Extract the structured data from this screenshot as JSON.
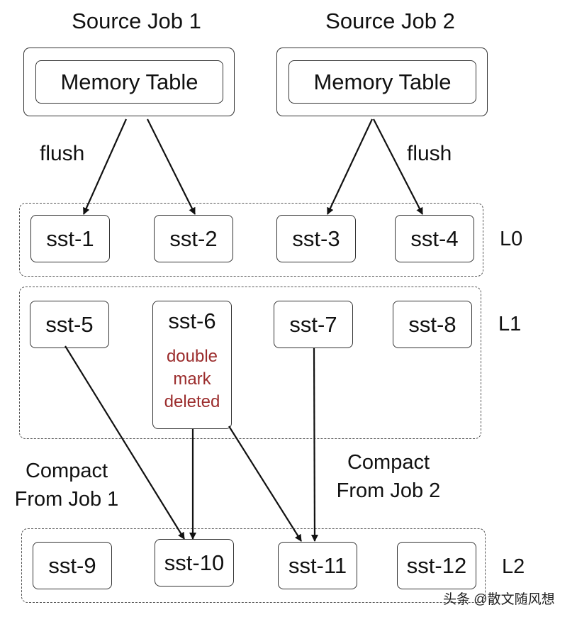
{
  "jobs": [
    {
      "title": "Source Job 1",
      "table": "Memory Table"
    },
    {
      "title": "Source Job 2",
      "table": "Memory Table"
    }
  ],
  "flush_labels": [
    "flush",
    "flush"
  ],
  "levels": [
    {
      "name": "L0",
      "ssts": [
        "sst-1",
        "sst-2",
        "sst-3",
        "sst-4"
      ]
    },
    {
      "name": "L1",
      "ssts": [
        "sst-5",
        "sst-6",
        "sst-7",
        "sst-8"
      ]
    },
    {
      "name": "L2",
      "ssts": [
        "sst-9",
        "sst-10",
        "sst-11",
        "sst-12"
      ]
    }
  ],
  "sst6_note": [
    "double",
    "mark",
    "deleted"
  ],
  "sst6_note_color": "#9b2c2c",
  "compact_labels": [
    [
      "Compact",
      "From Job 1"
    ],
    [
      "Compact",
      "From Job 2"
    ]
  ],
  "watermark": "头条 @散文随风想"
}
